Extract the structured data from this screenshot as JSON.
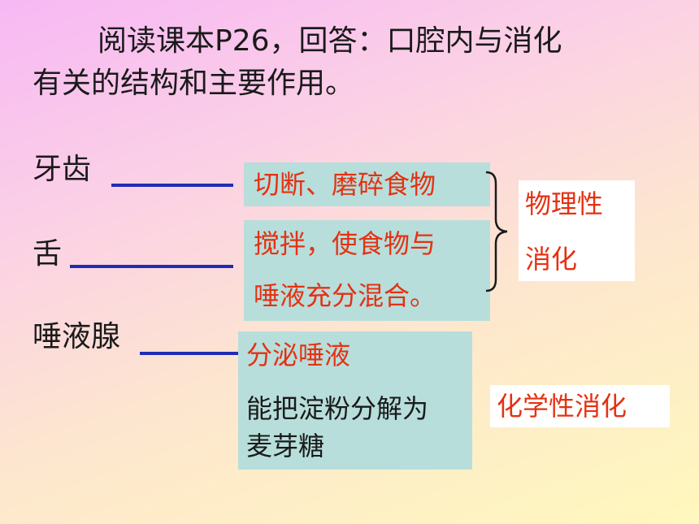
{
  "title": {
    "line1": "阅读课本P26，回答：口腔内与消化",
    "line2": "有关的结构和主要作用。"
  },
  "structures": {
    "teeth": "牙齿",
    "tongue": "舌",
    "salivary_gland": "唾液腺"
  },
  "functions": {
    "teeth": "切断、磨碎食物",
    "tongue_line1": "搅拌，使食物与",
    "tongue_line2": "唾液充分混合。",
    "gland_line1": "分泌唾液",
    "gland_line2": "能把淀粉分解为",
    "gland_line3": "麦芽糖"
  },
  "digestion_types": {
    "physical_line1": "物理性",
    "physical_line2": "消化",
    "chemical": "化学性消化"
  },
  "colors": {
    "answer_text": "#e53112",
    "box_bg": "#b7dedb",
    "underline": "#1f2db5"
  }
}
